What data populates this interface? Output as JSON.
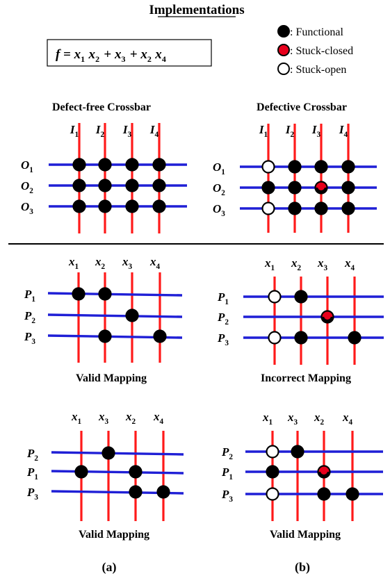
{
  "title": "Implementations",
  "formula": {
    "f": "f",
    "eq": " = ",
    "terms": [
      [
        {
          "v": "x",
          "s": "1"
        },
        {
          "v": "x",
          "s": "2"
        }
      ],
      [
        {
          "v": "x",
          "s": "3"
        }
      ],
      [
        {
          "v": "x",
          "s": "2"
        },
        {
          "v": "x",
          "s": "4"
        }
      ]
    ],
    "plus": "+"
  },
  "legend": [
    {
      "key": "functional",
      "label": ": Functional",
      "fill": "#000000"
    },
    {
      "key": "stuck-closed",
      "label": ": Stuck-closed",
      "fill": "#e8001c"
    },
    {
      "key": "stuck-open",
      "label": ": Stuck-open",
      "fill": "#ffffff"
    }
  ],
  "colors": {
    "column_wire": "#ff1a1a",
    "row_wire": "#1f1fd6",
    "functional": "#000000",
    "stuck_closed": "#e8001c",
    "stuck_open": "#ffffff"
  },
  "sub_labels": [
    "(a)",
    "(b)"
  ],
  "panels": [
    {
      "key": "defect-free-crossbar",
      "title": "Defect-free Crossbar",
      "columns": [
        {
          "v": "I",
          "s": "1"
        },
        {
          "v": "I",
          "s": "2"
        },
        {
          "v": "I",
          "s": "3"
        },
        {
          "v": "I",
          "s": "4"
        }
      ],
      "rows": [
        {
          "v": "O",
          "s": "1"
        },
        {
          "v": "O",
          "s": "2"
        },
        {
          "v": "O",
          "s": "3"
        }
      ],
      "cells": [
        [
          "F",
          "F",
          "F",
          "F"
        ],
        [
          "F",
          "F",
          "F",
          "F"
        ],
        [
          "F",
          "F",
          "F",
          "F"
        ]
      ]
    },
    {
      "key": "defective-crossbar",
      "title": "Defective Crossbar",
      "columns": [
        {
          "v": "I",
          "s": "1"
        },
        {
          "v": "I",
          "s": "2"
        },
        {
          "v": "I",
          "s": "3"
        },
        {
          "v": "I",
          "s": "4"
        }
      ],
      "rows": [
        {
          "v": "O",
          "s": "1"
        },
        {
          "v": "O",
          "s": "2"
        },
        {
          "v": "O",
          "s": "3"
        }
      ],
      "cells": [
        [
          "O",
          "F",
          "F",
          "F"
        ],
        [
          "F",
          "F",
          "C",
          "F"
        ],
        [
          "O",
          "F",
          "F",
          "F"
        ]
      ]
    },
    {
      "key": "valid-mapping-1",
      "title": "Valid Mapping",
      "columns": [
        {
          "v": "x",
          "s": "1"
        },
        {
          "v": "x",
          "s": "2"
        },
        {
          "v": "x",
          "s": "3"
        },
        {
          "v": "x",
          "s": "4"
        }
      ],
      "rows": [
        {
          "v": "P",
          "s": "1"
        },
        {
          "v": "P",
          "s": "2"
        },
        {
          "v": "P",
          "s": "3"
        }
      ],
      "cells": [
        [
          "F",
          "F",
          "",
          ""
        ],
        [
          "",
          "",
          "F",
          ""
        ],
        [
          "",
          "F",
          "",
          "F"
        ]
      ]
    },
    {
      "key": "incorrect-mapping",
      "title": "Incorrect Mapping",
      "columns": [
        {
          "v": "x",
          "s": "1"
        },
        {
          "v": "x",
          "s": "2"
        },
        {
          "v": "x",
          "s": "3"
        },
        {
          "v": "x",
          "s": "4"
        }
      ],
      "rows": [
        {
          "v": "P",
          "s": "1"
        },
        {
          "v": "P",
          "s": "2"
        },
        {
          "v": "P",
          "s": "3"
        }
      ],
      "cells": [
        [
          "O",
          "F",
          "",
          ""
        ],
        [
          "",
          "",
          "C",
          ""
        ],
        [
          "O",
          "F",
          "",
          "F"
        ]
      ]
    },
    {
      "key": "valid-mapping-2",
      "title": "Valid Mapping",
      "columns": [
        {
          "v": "x",
          "s": "1"
        },
        {
          "v": "x",
          "s": "3"
        },
        {
          "v": "x",
          "s": "2"
        },
        {
          "v": "x",
          "s": "4"
        }
      ],
      "rows": [
        {
          "v": "P",
          "s": "2"
        },
        {
          "v": "P",
          "s": "1"
        },
        {
          "v": "P",
          "s": "3"
        }
      ],
      "cells": [
        [
          "",
          "F",
          "",
          ""
        ],
        [
          "F",
          "",
          "F",
          ""
        ],
        [
          "",
          "",
          "F",
          "F"
        ]
      ]
    },
    {
      "key": "valid-mapping-3",
      "title": "Valid Mapping",
      "columns": [
        {
          "v": "x",
          "s": "1"
        },
        {
          "v": "x",
          "s": "3"
        },
        {
          "v": "x",
          "s": "2"
        },
        {
          "v": "x",
          "s": "4"
        }
      ],
      "rows": [
        {
          "v": "P",
          "s": "2"
        },
        {
          "v": "P",
          "s": "1"
        },
        {
          "v": "P",
          "s": "3"
        }
      ],
      "cells": [
        [
          "O",
          "F",
          "",
          ""
        ],
        [
          "F",
          "",
          "C",
          ""
        ],
        [
          "O",
          "",
          "F",
          "F"
        ]
      ]
    }
  ]
}
